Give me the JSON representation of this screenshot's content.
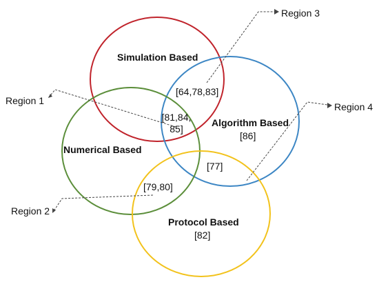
{
  "circles": [
    {
      "id": "simulation",
      "label": "Simulation Based",
      "color": "#c0232b"
    },
    {
      "id": "algorithm",
      "label": "Algorithm Based",
      "color": "#3c86c4",
      "ref": "[86]"
    },
    {
      "id": "numerical",
      "label": "Numerical Based",
      "color": "#5b8e3a"
    },
    {
      "id": "protocol",
      "label": "Protocol Based",
      "color": "#f2c21b",
      "ref": "[82]"
    }
  ],
  "intersections": {
    "sim_alg": "[64,78,83]",
    "sim_alg_num_line1": "[81,84,",
    "sim_alg_num_line2": "85]",
    "alg_prot": "[77]",
    "num_prot": "[79,80]"
  },
  "regions": {
    "r1": "Region 1",
    "r2": "Region 2",
    "r3": "Region 3",
    "r4": "Region 4"
  },
  "leader_color": "#444444"
}
